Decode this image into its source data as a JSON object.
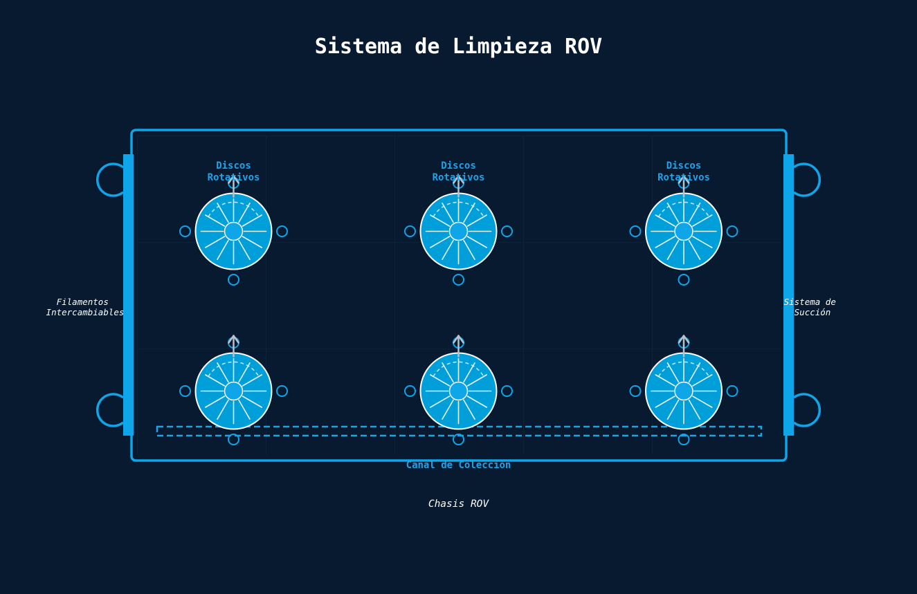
{
  "title": "Sistema de Limpieza ROV",
  "labels": {
    "disc_group": [
      "Discos",
      "Rotativos"
    ],
    "left_side": [
      "Filamentos",
      "Intercambiables"
    ],
    "right_side": [
      "Sistema de",
      "Succión"
    ],
    "channel": "Canal de Colección",
    "chassis": "Chasis ROV"
  },
  "discs": [
    {
      "id": "disc-top-left",
      "column": 1,
      "row": 1
    },
    {
      "id": "disc-top-center",
      "column": 2,
      "row": 1
    },
    {
      "id": "disc-top-right",
      "column": 3,
      "row": 1
    },
    {
      "id": "disc-bottom-left",
      "column": 1,
      "row": 2
    },
    {
      "id": "disc-bottom-center",
      "column": 2,
      "row": 2
    },
    {
      "id": "disc-bottom-right",
      "column": 3,
      "row": 2
    }
  ],
  "colors": {
    "background": "#071a30",
    "accent": "#0ea5e9",
    "label": "#1fa3e8",
    "disc_fill": "#009fd9",
    "text": "#ffffff",
    "arrow": "#b8c2cc"
  }
}
